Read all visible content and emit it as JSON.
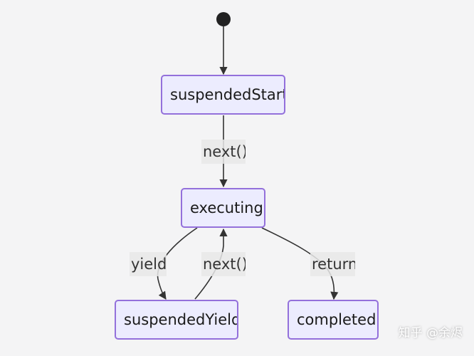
{
  "diagram": {
    "states": {
      "suspended_start": "suspendedStart",
      "executing": "executing",
      "suspended_yield": "suspendedYield",
      "completed": "completed"
    },
    "transitions": {
      "start_to_executing": "next()",
      "executing_to_yield": "yield",
      "yield_to_executing": "next()",
      "executing_to_completed": "return"
    }
  },
  "watermark": "知乎 @余烬",
  "colors": {
    "node_fill": "#ececfe",
    "node_border": "#9370db",
    "arrow": "#333333",
    "start_dot": "#222222"
  }
}
